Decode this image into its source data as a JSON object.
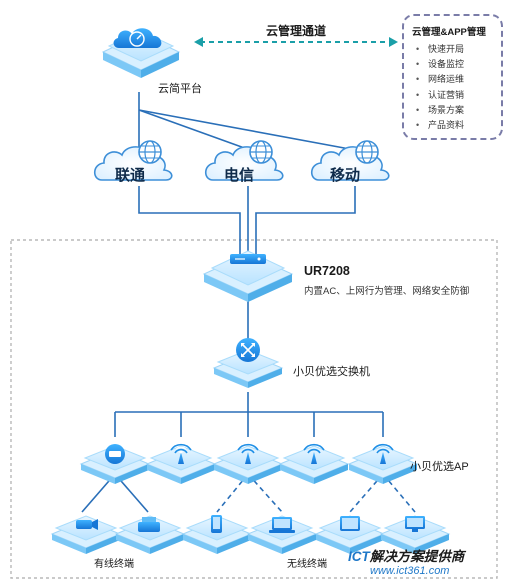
{
  "cloud_platform": {
    "label": "云简平台"
  },
  "cloud_channel": {
    "label": "云管理通道"
  },
  "mgmt_panel": {
    "title": "云管理&APP管理",
    "items": [
      "快速开局",
      "设备监控",
      "网络运维",
      "认证营销",
      "场景方案",
      "产品资料"
    ]
  },
  "isps": [
    {
      "label": "联通"
    },
    {
      "label": "电信"
    },
    {
      "label": "移动"
    }
  ],
  "router": {
    "model": "UR7208",
    "description": "内置AC、上网行为管理、网络安全防御"
  },
  "switch": {
    "label": "小贝优选交换机"
  },
  "ap": {
    "label": "小贝优选AP"
  },
  "wired_terminals": {
    "label": "有线终端"
  },
  "wireless_terminals": {
    "label": "无线终端"
  },
  "watermark": {
    "line1_brand": "ICT",
    "line1_text": "解决方案提供商",
    "line2": "www.ict361.com"
  },
  "colors": {
    "accent": "#1f8fe6",
    "line": "#2a6fb8",
    "dash_box": "#b8b8b8",
    "panel_border": "#7a7ca8"
  }
}
